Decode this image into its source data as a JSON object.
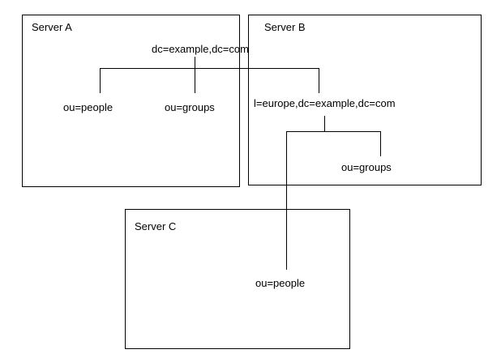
{
  "diagram": {
    "colors": {
      "background": "#ffffff",
      "line": "#000000",
      "text": "#000000"
    },
    "servers": [
      {
        "label": "Server A"
      },
      {
        "label": "Server B"
      },
      {
        "label": "Server C"
      }
    ],
    "nodes": {
      "root": "dc=example,dc=com",
      "people_a": "ou=people",
      "groups_a": "ou=groups",
      "europe": "l=europe,dc=example,dc=com",
      "groups_b": "ou=groups",
      "people_c": "ou=people"
    },
    "edges": [
      {
        "from": "dc=example,dc=com",
        "to": "ou=people",
        "server": "Server A"
      },
      {
        "from": "dc=example,dc=com",
        "to": "ou=groups",
        "server": "Server A"
      },
      {
        "from": "dc=example,dc=com",
        "to": "l=europe,dc=example,dc=com",
        "server": "Server B"
      },
      {
        "from": "l=europe,dc=example,dc=com",
        "to": "ou=groups",
        "server": "Server B"
      },
      {
        "from": "l=europe,dc=example,dc=com",
        "to": "ou=people",
        "server": "Server C"
      }
    ]
  }
}
